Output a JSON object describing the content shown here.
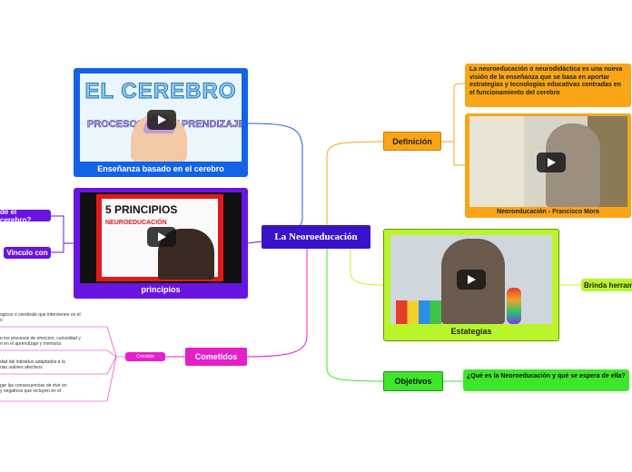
{
  "central": {
    "label": "La Neoroeducación"
  },
  "branches": {
    "brain": {
      "title_line1": "EL CEREBRO",
      "title_line2a": "PROCESOS",
      "title_line2b": "APRENDIZAJE",
      "caption": "Enseñanza basado en el cerebro"
    },
    "principles": {
      "title": "5 PRINCIPIOS",
      "subtitle": "NEUROEDUCACIÓN",
      "caption": "principios",
      "subnodes": [
        "de el cerebro?",
        "Vinculo con"
      ]
    },
    "cometidos": {
      "label": "Cometidos",
      "sub": "Consiste",
      "notes": [
        "ogicos o cerebrale que intervienen en el\no",
        "e los procesos de emocion, curiosidad y\nn en el aprendizaje y memoria",
        "dad del individuo adaptados a la\nnas valores afectivos",
        "gar las consecuencias de vivir en\ny negativos que incluyen en el"
      ]
    },
    "definicion": {
      "label": "Definición",
      "text": "La neuroeducación o neurodidáctica es una nueva visión de la enseñanza que se basa en aportar estrategias y tecnologías educativas centradas en el funcionamiento del cerebro",
      "video_caption": "Neoroeducación - Francisco Mora"
    },
    "estrategias": {
      "caption": "Estategias",
      "side": "Brinda herram"
    },
    "objetivos": {
      "label": "Objetivos",
      "question": "¿Qué es la Neoroeducación y qué se espera de ella?"
    }
  },
  "colors": {
    "central": "#3a12c9",
    "blue": "#1463e6",
    "purple": "#6a14e2",
    "magenta": "#e61fc6",
    "orange": "#f9a516",
    "lime": "#b9f52b",
    "green": "#3ee62a"
  }
}
